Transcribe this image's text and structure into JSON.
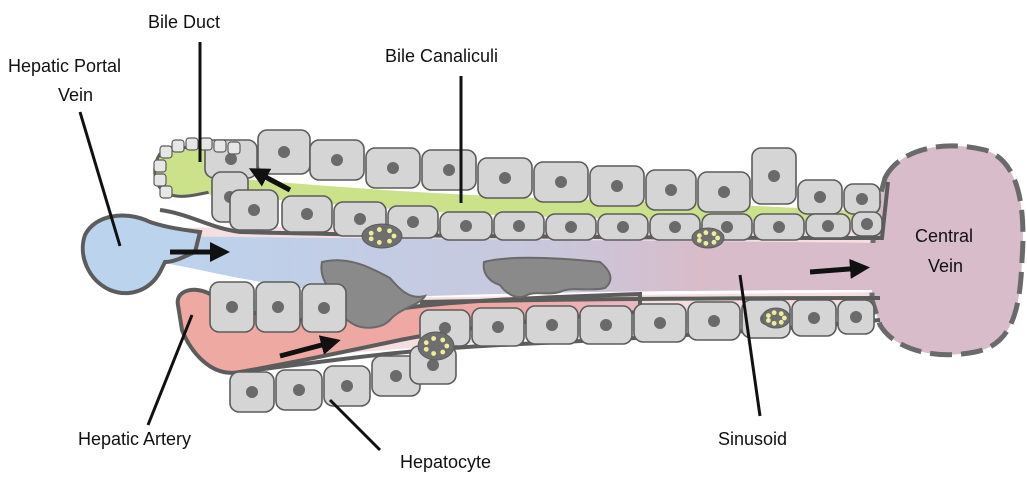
{
  "labels": {
    "bile_duct": "Bile Duct",
    "hepatic_portal_vein_line1": "Hepatic Portal",
    "hepatic_portal_vein_line2": "Vein",
    "bile_canaliculi": "Bile Canaliculi",
    "central_vein_line1": "Central",
    "central_vein_line2": "Vein",
    "hepatic_artery": "Hepatic Artery",
    "hepatocyte": "Hepatocyte",
    "sinusoid": "Sinusoid"
  },
  "colors": {
    "portal_vein_blue": "#bcd3ee",
    "artery_red": "#eea9a2",
    "central_vein_purple": "#d8bcca",
    "bile_green": "#cbe18a",
    "hepatocyte_gray": "#d5d5d5",
    "nucleus_gray": "#6a6a6a",
    "outline_dark": "#5c5c5c",
    "lining_pink": "#f3d6d8",
    "kupffer_gray": "#8a8a8a",
    "stellate_yellow": "#eeee99"
  }
}
